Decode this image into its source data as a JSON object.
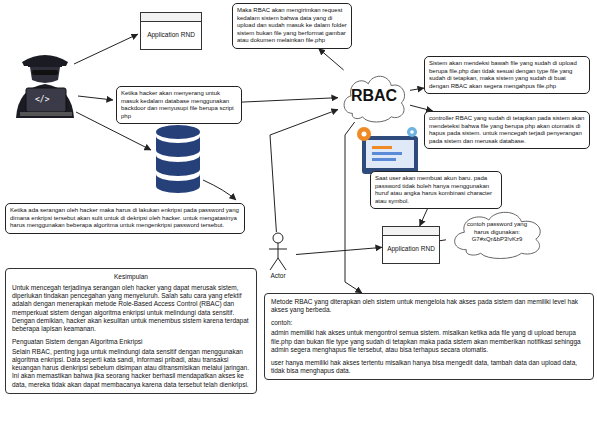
{
  "diagram": {
    "nodes": [
      {
        "text": [
          "Application RND"
        ]
      },
      {
        "text": [
          "Maka RBAC akan mengirimkan request kedalam sistem bahwa data yang di upload dan sudah masuk ke dalam folder sistem bukan file yang berformat gambar atau dokumen melainkan file.php"
        ]
      },
      {
        "text": [
          "Ketika hacker akan menyerang untuk masuk kedalam database menggunakan backdoor dan menyusupi file berupa script php"
        ]
      },
      {
        "text": [
          "RBAC"
        ]
      },
      {
        "text": [
          "Sistem akan mendeksi bawah file yang sudah di upload berupa file.php dan tidak sesuai dengan type file yang sudah di tetapkan, maka sistem yang sudah di buat dengan RBAC akan segera mengahpus file.php"
        ]
      },
      {
        "text": [
          "controller RBAC yang sudah di tetapkan pada sistem akan mendeteksi bahwa file yang berupa php akan otomatis di hapus pada sistem. untuk mencegah terjadi penyerangan pada sistem dan merusak database."
        ]
      },
      {
        "text": [
          "Ketika ada serangan oleh hacker maka harus di lakukan enkripsi pada password yang dimana enkripsi tersebut akan sulit untuk di dekripsi oleh hacker. untuk mengatasinya harus menggunakan beberapa algoritma untuk mengenkripsi password tersebut."
        ]
      },
      {
        "text": [
          "Saat user akan membuat akun baru. pada password tidak boleh hanya menggunakan huruf atau angka harus kombinasi character atau symbol."
        ]
      },
      {
        "text": [
          "Actor"
        ]
      },
      {
        "text": [
          "Application RND"
        ]
      },
      {
        "text": [
          "contoh password yang harus digunakan:",
          "G7#xQr&bP3!vKz9"
        ]
      },
      {
        "text": [
          "Kesimpulan",
          "Untuk mencegah terjadinya serangan oleh hacker yang dapat merusak sistem, diperlukan tindakan pencegahan yang menyeluruh. Salah satu cara yang efektif adalah dengan menerapkan metode Role-Based Access Control (RBAC) dan memperkuat sistem dengan algoritma enkripsi untuk melindungi data sensitif. Dengan demikian, hacker akan kesulitan untuk menembus sistem karena terdapat beberapa lapisan keamanan.",
          "Penguatan Sistem dengan Algoritma Enkripsi",
          "Selain RBAC, penting juga untuk melindungi data sensitif dengan menggunakan algoritma enkripsi. Data seperti kata sandi, informasi pribadi, atau transaksi keuangan harus dienkripsi sebelum disimpan atau ditransmisikan melalui jaringan. Ini akan memastikan bahwa jika seorang hacker berhasil mendapatkan akses ke data, mereka tidak akan dapat membacanya karena data tersebut telah dienkripsi."
        ]
      },
      {
        "text": [
          "Metode RBAC yang diterapkan oleh sistem untuk mengelola hak akses pada sistem dan memiliki level hak akses yang berbeda.",
          "contoh:",
          "admin memiliki hak akses untuk mengontrol semua sistem. misalkan ketika ada file yang di upload berupa file.php dan bukan file type yang sudah di tetapkan maka pada sistem akan memberikan notifikasi sehingga admin segera menghapus file tersebut, atau bisa terhapus secara otomatis.",
          "user hanya memiliki hak akses tertentu misalkan hanya bisa mengedit data, tambah data dan upload data, tidak bisa menghapus data."
        ]
      }
    ],
    "edges": [
      {
        "from": 2,
        "to": 3,
        "arrow": "to"
      },
      {
        "from": 3,
        "to": 1,
        "arrow": "to"
      },
      {
        "from": 3,
        "to": 4,
        "arrow": "to"
      },
      {
        "from": 3,
        "to": 5,
        "arrow": "to"
      },
      {
        "from": 8,
        "to": 3,
        "arrow": "to"
      },
      {
        "from": 8,
        "to": 9,
        "arrow": "to"
      },
      {
        "from": 7,
        "to": 9,
        "arrow": "to"
      },
      {
        "from": 9,
        "to": 10,
        "arrow": "none"
      },
      {
        "from": 3,
        "to": 12,
        "arrow": "to"
      }
    ],
    "labels": [
      "</>"
    ]
  }
}
